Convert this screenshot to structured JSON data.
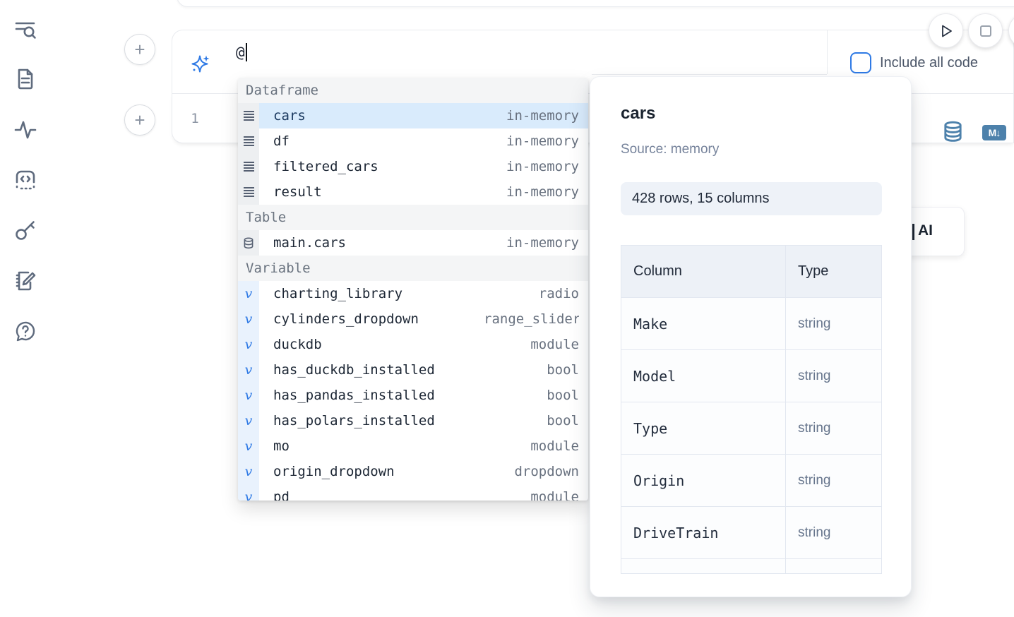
{
  "sidebar": {
    "icons": [
      {
        "name": "search-list-icon"
      },
      {
        "name": "document-icon"
      },
      {
        "name": "activity-icon"
      },
      {
        "name": "code-snippet-icon"
      },
      {
        "name": "key-icon"
      },
      {
        "name": "notebook-edit-icon"
      },
      {
        "name": "help-chat-icon"
      }
    ]
  },
  "toolbar": {
    "run_button": "play-icon",
    "stop_button": "stop-icon",
    "include_all_code_label": "Include all code",
    "include_all_code_checked": false,
    "add_cell_label": "+"
  },
  "ai_prompt": {
    "value": "@",
    "icon": "sparkles-icon"
  },
  "code_cell": {
    "line_number": "1",
    "icons": [
      "database-icon",
      "markdown-icon"
    ],
    "markdown_badge": "M↓"
  },
  "ai_card": {
    "label": "AI"
  },
  "autocomplete": {
    "sections": [
      {
        "header": "Dataframe",
        "kind": "dataframe",
        "items": [
          {
            "name": "cars",
            "meta": "in-memory",
            "selected": true
          },
          {
            "name": "df",
            "meta": "in-memory"
          },
          {
            "name": "filtered_cars",
            "meta": "in-memory"
          },
          {
            "name": "result",
            "meta": "in-memory"
          }
        ]
      },
      {
        "header": "Table",
        "kind": "table",
        "items": [
          {
            "name": "main.cars",
            "meta": "in-memory"
          }
        ]
      },
      {
        "header": "Variable",
        "kind": "variable",
        "items": [
          {
            "name": "charting_library",
            "meta": "radio"
          },
          {
            "name": "cylinders_dropdown",
            "meta": "range_slider"
          },
          {
            "name": "duckdb",
            "meta": "module"
          },
          {
            "name": "has_duckdb_installed",
            "meta": "bool"
          },
          {
            "name": "has_pandas_installed",
            "meta": "bool"
          },
          {
            "name": "has_polars_installed",
            "meta": "bool"
          },
          {
            "name": "mo",
            "meta": "module"
          },
          {
            "name": "origin_dropdown",
            "meta": "dropdown"
          },
          {
            "name": "pd",
            "meta": "module",
            "clipped": true
          }
        ]
      }
    ]
  },
  "preview": {
    "title": "cars",
    "source": "Source: memory",
    "shape": "428 rows, 15 columns",
    "table": {
      "headers": [
        "Column",
        "Type"
      ],
      "rows": [
        [
          "Make",
          "string"
        ],
        [
          "Model",
          "string"
        ],
        [
          "Type",
          "string"
        ],
        [
          "Origin",
          "string"
        ],
        [
          "DriveTrain",
          "string"
        ]
      ],
      "clipped_extra_row": true
    }
  },
  "colors": {
    "accent_blue": "#2f7ae5",
    "steel_blue": "#4d81ab",
    "selected_row": "#d9ebfc",
    "border": "#e9ebef",
    "header_bg": "#f4f5f6",
    "pill_bg": "#eef2f8",
    "table_header_bg": "#edf1f7",
    "icon_slate": "#5f6b7e"
  }
}
